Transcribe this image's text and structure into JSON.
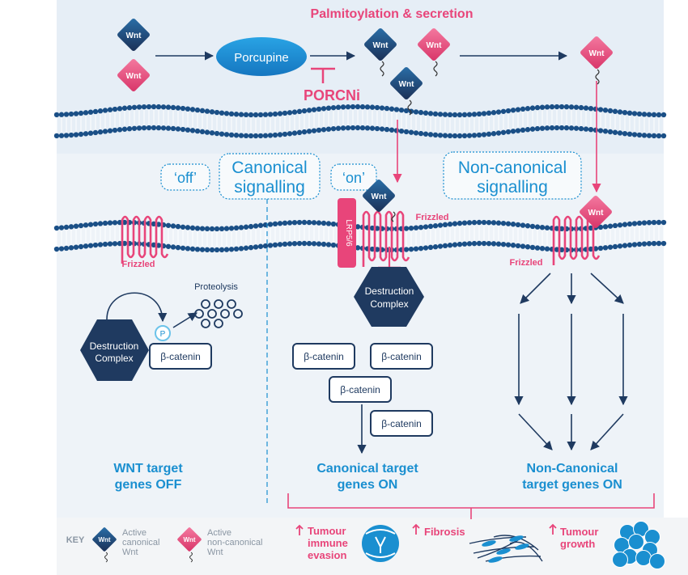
{
  "header": {
    "title": "Palmitoylation & secretion"
  },
  "labels": {
    "wnt": "Wnt",
    "porcupine": "Porcupine",
    "porcni": "PORCNi",
    "off": "‘off’",
    "on": "‘on’",
    "canonical_line1": "Canonical",
    "canonical_line2": "signalling",
    "noncanonical_line1": "Non-canonical",
    "noncanonical_line2": "signalling",
    "frizzled": "Frizzled",
    "lrp": "LRP5/6",
    "destruction_line1": "Destruction",
    "destruction_line2": "Complex",
    "proteolysis": "Proteolysis",
    "phospho": "P",
    "beta_catenin": "β-catenin"
  },
  "outcomes": {
    "off_line1": "WNT target",
    "off_line2": "genes OFF",
    "canonical_line1": "Canonical target",
    "canonical_line2": "genes ON",
    "noncanonical_line1": "Non-Canonical",
    "noncanonical_line2": "target genes ON"
  },
  "key": {
    "title": "KEY",
    "canonical_line1": "Active",
    "canonical_line2": "canonical",
    "canonical_line3": "Wnt",
    "noncanonical_line1": "Active",
    "noncanonical_line2": "non-canonical",
    "noncanonical_line3": "Wnt"
  },
  "effects": {
    "tumour_line1": "Tumour",
    "tumour_line2": "immune",
    "tumour_line3": "evasion",
    "fibrosis": "Fibrosis",
    "growth_line1": "Tumour",
    "growth_line2": "growth"
  },
  "colors": {
    "navy": "#1f3a60",
    "blue": "#1a8fd0",
    "pink": "#e8457a",
    "background": "#eef3f8"
  }
}
